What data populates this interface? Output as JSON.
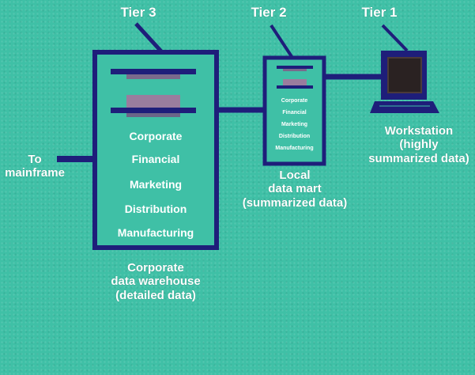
{
  "tiers": {
    "tier3": "Tier 3",
    "tier2": "Tier 2",
    "tier1": "Tier 1"
  },
  "mainframe_label": {
    "line1": "To",
    "line2": "mainframe"
  },
  "warehouse": {
    "items": [
      "Corporate",
      "Financial",
      "Marketing",
      "Distribution",
      "Manufacturing"
    ],
    "caption": [
      "Corporate",
      "data warehouse",
      "(detailed data)"
    ]
  },
  "datamart": {
    "items": [
      "Corporate",
      "Financial",
      "Marketing",
      "Distribution",
      "Manufacturing"
    ],
    "caption": [
      "Local",
      "data mart",
      "(summarized data)"
    ]
  },
  "workstation": {
    "caption": [
      "Workstation",
      "(highly",
      "summarized data)"
    ]
  },
  "colors": {
    "background": "#3fc0a6",
    "lines": "#1e1e7a",
    "box_fill": "#3fc0a6",
    "text": "#ffffff"
  }
}
